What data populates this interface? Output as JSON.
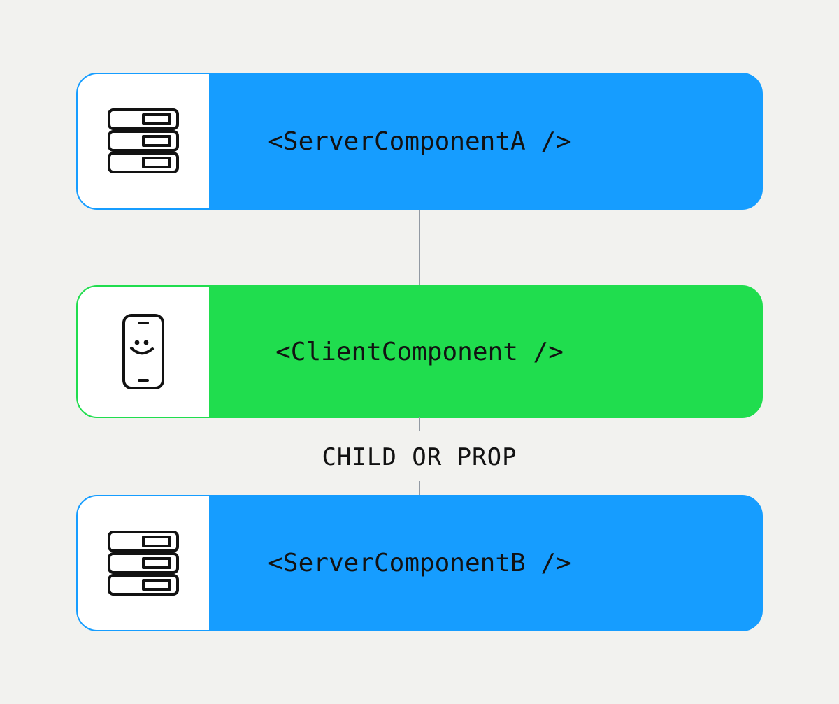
{
  "page": {
    "background_color": "#f2f2ef",
    "text_color": "#121212"
  },
  "diagram": {
    "type": "component-tree",
    "nodes": [
      {
        "label": "<ServerComponentA />",
        "kind": "server",
        "icon": "server-rack-icon",
        "fill_color": "#169DFF"
      },
      {
        "label": "<ClientComponent />",
        "kind": "client",
        "icon": "smartphone-smiley-icon",
        "fill_color": "#20DD4E"
      },
      {
        "label": "<ServerComponentB />",
        "kind": "server",
        "icon": "server-rack-icon",
        "fill_color": "#169DFF"
      }
    ],
    "connectors": [
      {
        "from": 0,
        "to": 1,
        "label": ""
      },
      {
        "from": 1,
        "to": 2,
        "label": "CHILD OR PROP"
      }
    ],
    "connector_label": "CHILD OR PROP",
    "connector_color": "#929aa3"
  }
}
